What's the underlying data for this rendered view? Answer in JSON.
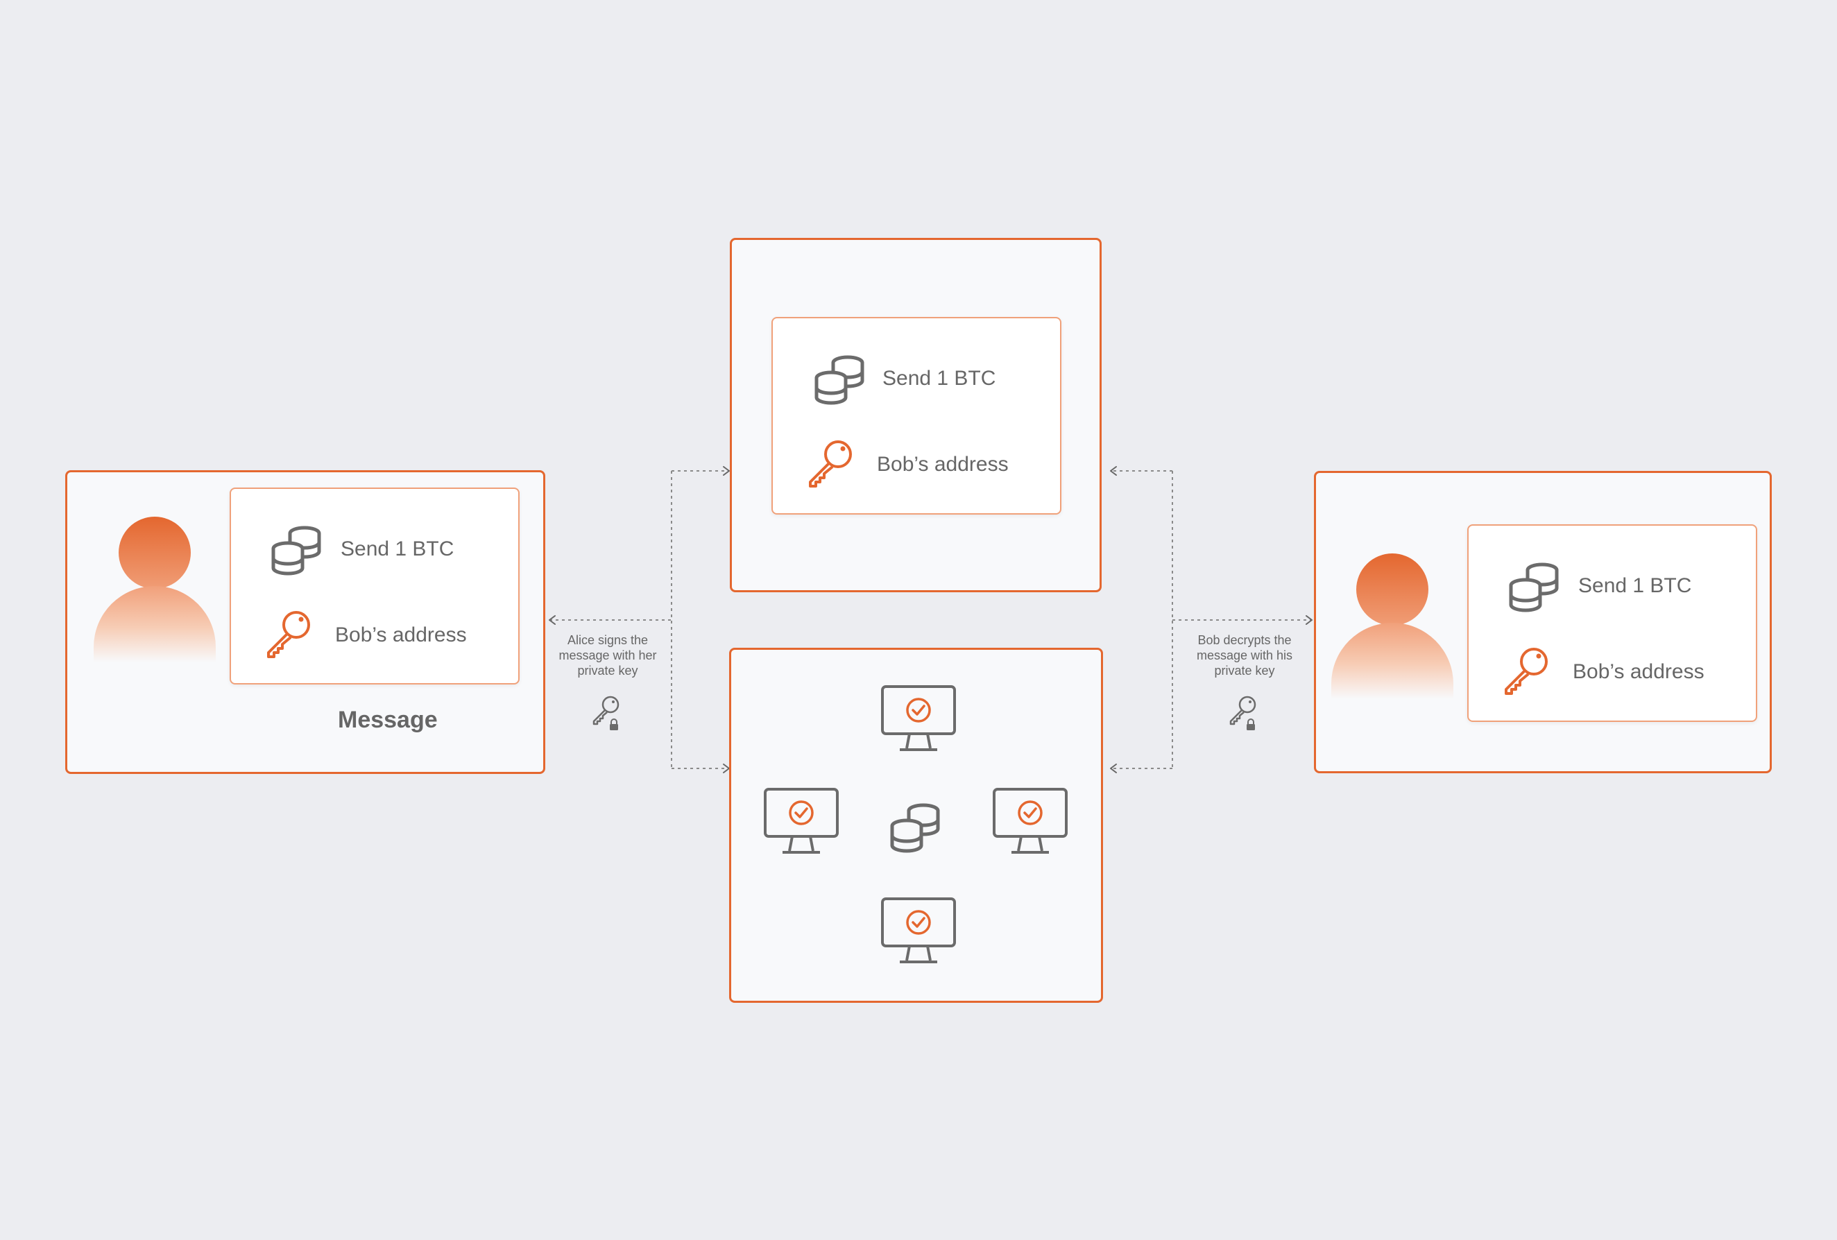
{
  "colors": {
    "accent": "#e4672f",
    "icon_gray": "#6b6b6b",
    "background": "#ecedf1"
  },
  "sender": {
    "card": {
      "amount_label": "Send 1 BTC",
      "address_label": "Bob’s address"
    },
    "caption": "Message"
  },
  "signed_message": {
    "amount_label": "Send 1 BTC",
    "address_label": "Bob’s address"
  },
  "receiver": {
    "card": {
      "amount_label": "Send 1 BTC",
      "address_label": "Bob’s address"
    }
  },
  "notes": {
    "alice": [
      "Alice signs the",
      "message with her",
      "private key"
    ],
    "bob": [
      "Bob decrypts the",
      "message with his",
      "private key"
    ]
  },
  "icons": {
    "coins": "coin-stack-icon",
    "key": "key-icon",
    "locked_key": "locked-key-icon",
    "node": "verified-computer-icon",
    "person": "person-avatar"
  }
}
